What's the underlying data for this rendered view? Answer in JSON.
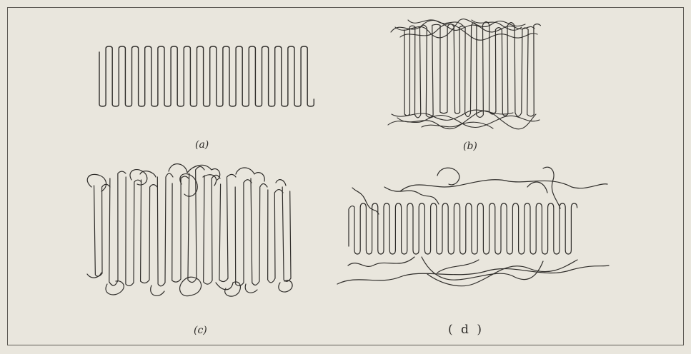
{
  "captions": {
    "a": "(a)",
    "b": "(b)",
    "c": "(c)",
    "d": "( d )"
  },
  "colors": {
    "paper": "#e9e6dd",
    "ink": "#2f2d2a",
    "frame": "#5e5b55"
  }
}
